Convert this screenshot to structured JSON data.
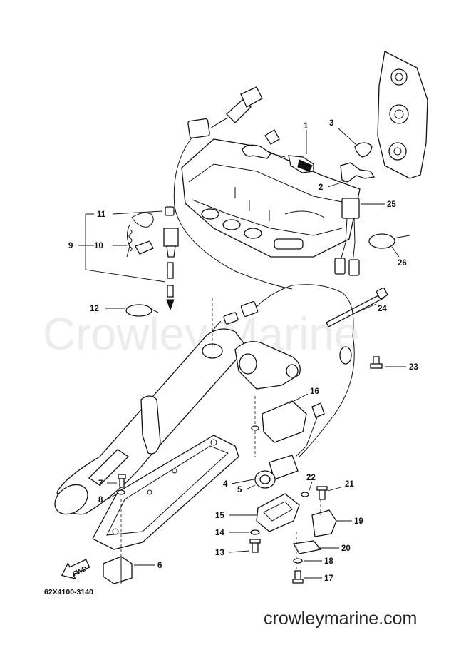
{
  "diagram": {
    "watermark": "Crowley Marine",
    "footer_url": "crowleymarine.com",
    "drawing_code": "62X4100-3140",
    "fwd_label": "FWD",
    "callouts": [
      "1",
      "2",
      "3",
      "4",
      "5",
      "6",
      "7",
      "8",
      "9",
      "10",
      "11",
      "12",
      "13",
      "14",
      "15",
      "16",
      "17",
      "18",
      "19",
      "20",
      "21",
      "22",
      "23",
      "24",
      "25",
      "26"
    ]
  }
}
